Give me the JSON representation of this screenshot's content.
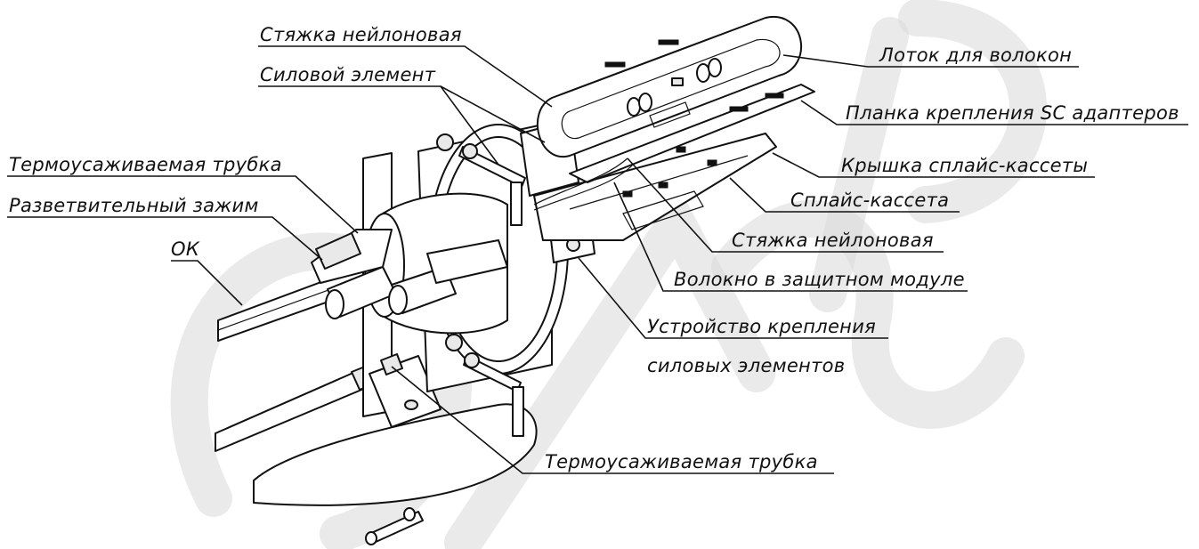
{
  "diagram": {
    "labels": {
      "tie_top": "Стяжка нейлоновая",
      "strength_member": "Силовой элемент",
      "heat_shrink_top": "Термоусаживаемая трубка",
      "branch_clamp": "Разветвительный зажим",
      "ok": "ОК",
      "fiber_tray": "Лоток для волокон",
      "sc_plate": "Планка крепления SC адаптеров",
      "cassette_cover": "Крышка сплайс-кассеты",
      "splice_cassette": "Сплайс-кассета",
      "tie_bottom": "Стяжка нейлоновая",
      "fiber_module": "Волокно в защитном модуле",
      "mount_device_line1": "Устройство крепления",
      "mount_device_line2": "силовых элементов",
      "heat_shrink_bottom": "Термоусаживаемая трубка"
    }
  }
}
